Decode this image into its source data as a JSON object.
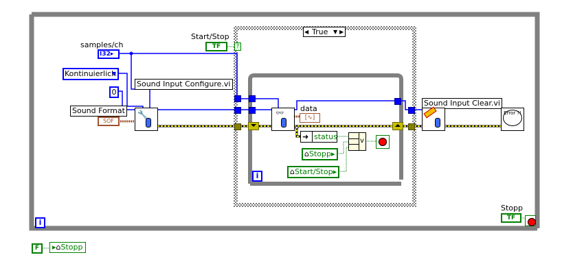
{
  "diagram": {
    "type": "LabVIEW block diagram",
    "colors": {
      "loop_frame": "#808080",
      "numeric_wire": "#0000ff",
      "boolean_wire": "#008000",
      "error_wire": "#c8c000",
      "cluster_wire": "#a0522d"
    }
  },
  "controls": {
    "samples_label": "samples/ch",
    "samples_type": "I32",
    "mode_value": "Kontinuierlich",
    "zero_const": "0",
    "sound_format_label": "Sound Format",
    "sound_format_type": "SOF",
    "start_stop_label": "Start/Stop",
    "start_stop_type": "TF",
    "stopp_label": "Stopp",
    "stopp_type": "TF"
  },
  "case_structure": {
    "selector_value": "True",
    "selector_terminal": "?"
  },
  "subvis": {
    "configure": "Sound Input Configure.vi",
    "clear": "Sound Input Clear.vi",
    "error_handler": "Error ?!"
  },
  "inner_loop": {
    "data_label": "data",
    "status_label": "status",
    "stopp_local": "Stopp",
    "start_stop_local": "Start/Stop",
    "or_label": "v",
    "iteration": "i"
  },
  "outer_loop": {
    "iteration": "i"
  },
  "outside": {
    "false_const": "F",
    "stopp_local_write": "Stopp"
  }
}
